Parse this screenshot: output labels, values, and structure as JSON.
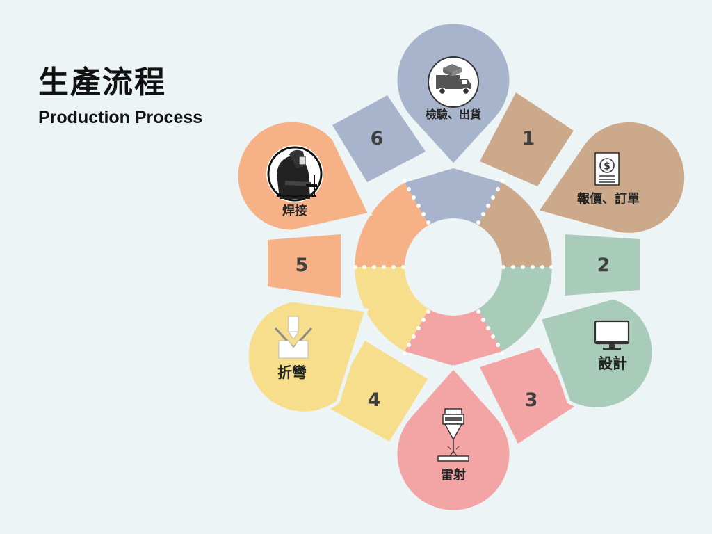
{
  "header": {
    "title": "生產流程",
    "subtitle": "Production Process"
  },
  "colors": {
    "background": "#ecf4f5",
    "inspection": "#a8b4cb",
    "quote": "#cba98a",
    "design": "#a9cbb9",
    "laser": "#f3a5a6",
    "bending": "#f6de8c",
    "welding": "#f6b187"
  },
  "steps": [
    {
      "number": "1",
      "label": "報價、訂單",
      "icon": "invoice-icon"
    },
    {
      "number": "2",
      "label": "設計",
      "icon": "monitor-icon"
    },
    {
      "number": "3",
      "label": "雷射",
      "icon": "laser-cutter-icon"
    },
    {
      "number": "4",
      "label": "折彎",
      "icon": "press-brake-bend-icon"
    },
    {
      "number": "5",
      "label": "焊接",
      "icon": "welder-icon"
    },
    {
      "number": "6",
      "label": "檢驗、出貨",
      "icon": "delivery-truck-icon"
    }
  ]
}
